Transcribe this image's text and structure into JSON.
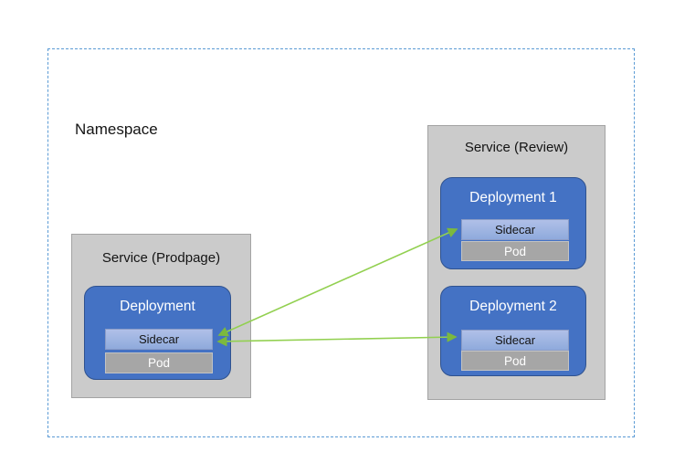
{
  "diagram": {
    "namespace_label": "Namespace",
    "services": [
      {
        "label": "Service (Prodpage)",
        "deployments": [
          {
            "label": "Deployment",
            "sidecar_label": "Sidecar",
            "pod_label": "Pod"
          }
        ]
      },
      {
        "label": "Service (Review)",
        "deployments": [
          {
            "label": "Deployment 1",
            "sidecar_label": "Sidecar",
            "pod_label": "Pod"
          },
          {
            "label": "Deployment 2",
            "sidecar_label": "Sidecar",
            "pod_label": "Pod"
          }
        ]
      }
    ],
    "connections": [
      {
        "from": "prodpage-deployment-sidecar",
        "to": "review-deployment-1-sidecar",
        "bidirectional": true
      },
      {
        "from": "prodpage-deployment-sidecar",
        "to": "review-deployment-2-sidecar",
        "bidirectional": true
      }
    ]
  },
  "colors": {
    "namespace_border": "#5B9BD5",
    "service_fill": "#CBCBCB",
    "service_border": "#A3A3A3",
    "deployment_fill": "#4472C4",
    "deployment_border": "#2F528F",
    "sidecar_fill": "#8FAADC",
    "pod_fill": "#A6A6A6",
    "arrow_line": "#92D050",
    "arrow_head": "#7CB93E"
  }
}
